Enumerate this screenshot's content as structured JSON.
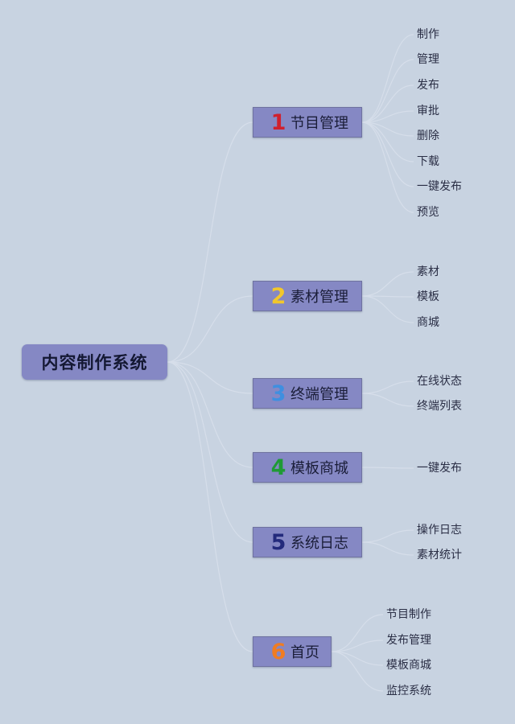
{
  "root": {
    "label": "内容制作系统",
    "color": "#8588c4"
  },
  "branches": [
    {
      "number": "1",
      "label": "节目管理",
      "number_color": "#d0202e",
      "children": [
        "制作",
        "管理",
        "发布",
        "审批",
        "删除",
        "下载",
        "一键发布",
        "预览"
      ]
    },
    {
      "number": "2",
      "label": "素材管理",
      "number_color": "#f2c72c",
      "children": [
        "素材",
        "模板",
        "商城"
      ]
    },
    {
      "number": "3",
      "label": "终端管理",
      "number_color": "#3f8fe0",
      "children": [
        "在线状态",
        "终端列表"
      ]
    },
    {
      "number": "4",
      "label": "模板商城",
      "number_color": "#1f9a35",
      "children": [
        "一键发布"
      ]
    },
    {
      "number": "5",
      "label": "系统日志",
      "number_color": "#232a7c",
      "children": [
        "操作日志",
        "素材统计"
      ]
    },
    {
      "number": "6",
      "label": "首页",
      "number_color": "#f07c22",
      "children": [
        "节目制作",
        "发布管理",
        "模板商城",
        "监控系统"
      ]
    }
  ]
}
